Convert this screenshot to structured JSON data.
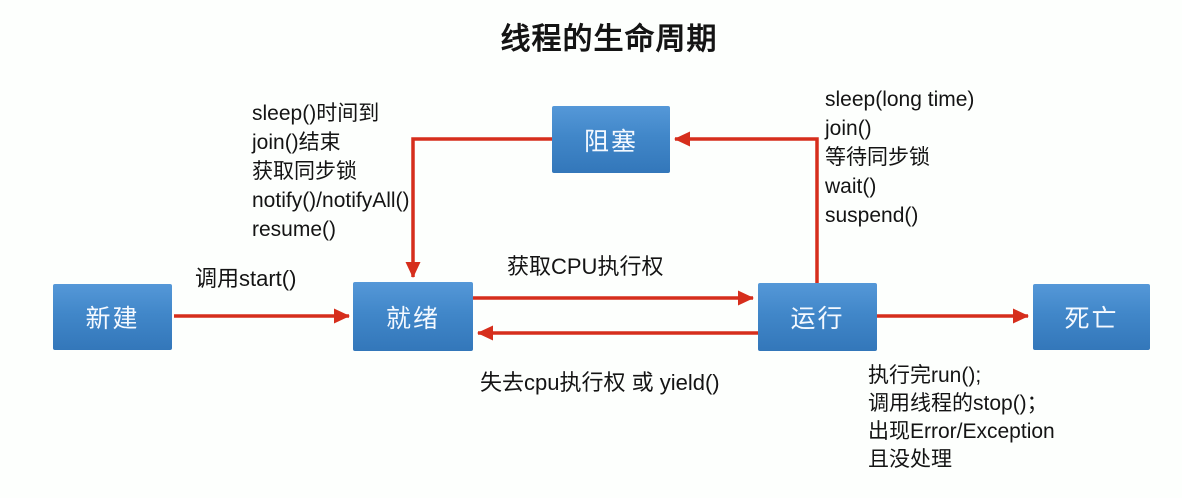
{
  "title": "线程的生命周期",
  "nodes": [
    {
      "id": "new",
      "label": "新建"
    },
    {
      "id": "ready",
      "label": "就绪"
    },
    {
      "id": "blocked",
      "label": "阻塞"
    },
    {
      "id": "running",
      "label": "运行"
    },
    {
      "id": "dead",
      "label": "死亡"
    }
  ],
  "edge_labels": {
    "start": "调用start()",
    "acquire_cpu": "获取CPU执行权",
    "lose_cpu": "失去cpu执行权 或 yield()",
    "running_to_blocked": {
      "0": "sleep(long time)",
      "1": "join()",
      "2": "等待同步锁",
      "3": "wait()",
      "4": "suspend()"
    },
    "blocked_to_ready": {
      "0": "sleep()时间到",
      "1": "join()结束",
      "2": "获取同步锁",
      "3": "notify()/notifyAll()",
      "4": "resume()"
    },
    "running_to_dead": {
      "0": "执行完run();",
      "1": "调用线程的stop()；",
      "2": "出现Error/Exception",
      "3": "且没处理"
    }
  },
  "colors": {
    "node_fill_top": "#5598d8",
    "node_fill_bottom": "#3377ba",
    "arrow": "#d62e1c",
    "text": "#141414",
    "node_text": "#f4f9ff",
    "background": "#fdfffd"
  }
}
